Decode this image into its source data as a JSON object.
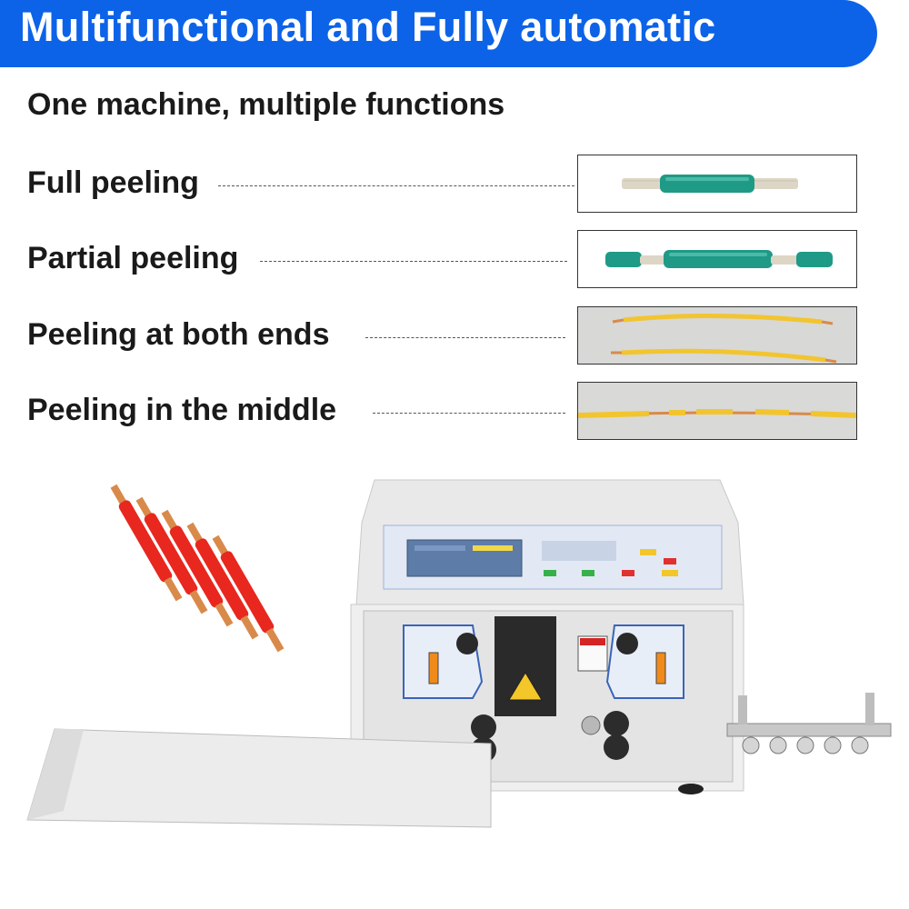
{
  "banner": {
    "title": "Multifunctional and Fully automatic"
  },
  "subtitle": "One machine, multiple functions",
  "features": [
    {
      "label": "Full peeling",
      "image": "wire-full-peeling"
    },
    {
      "label": "Partial peeling",
      "image": "wire-partial-peeling"
    },
    {
      "label": "Peeling at both ends",
      "image": "wire-both-ends"
    },
    {
      "label": "Peeling in the middle",
      "image": "wire-middle"
    }
  ],
  "product": {
    "image": "wire-stripping-machine",
    "sample_wires": "red-stripped-wires"
  },
  "colors": {
    "banner": "#0d63e8",
    "text": "#1a1a1a",
    "wire_green": "#1e9a86",
    "wire_yellow": "#f2c530",
    "wire_red": "#e8271f",
    "copper": "#d98a4a"
  }
}
